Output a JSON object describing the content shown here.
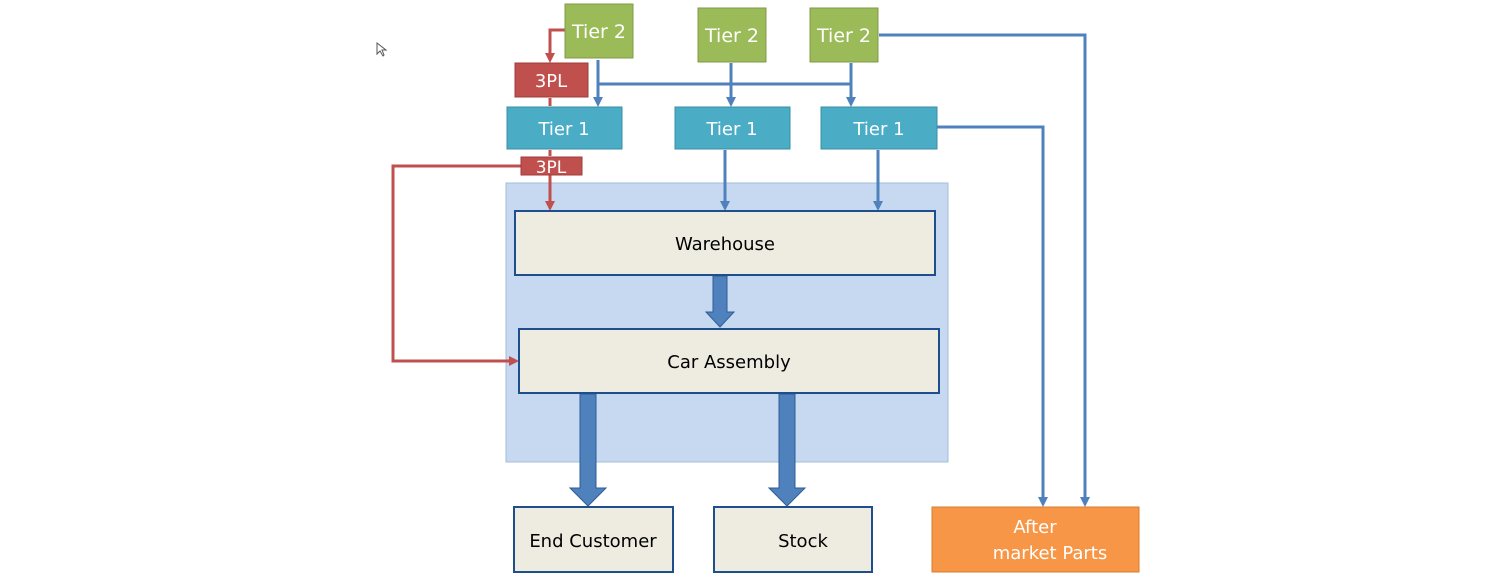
{
  "diagram": {
    "nodes": {
      "tier2_a": "Tier 2",
      "tier2_b": "Tier 2",
      "tier2_c": "Tier 2",
      "tpl_top": "3PL",
      "tier1_a": "Tier 1",
      "tier1_b": "Tier 1",
      "tier1_c": "Tier 1",
      "tpl_mid": "3PL",
      "warehouse": "Warehouse",
      "car_assembly": "Car Assembly",
      "end_customer": "End Customer",
      "stock": "Stock",
      "aftermarket_line1": "After",
      "aftermarket_line2": "market Parts"
    },
    "colors": {
      "tier2_green": "#9bbb59",
      "tier1_teal": "#4bacc6",
      "tpl_red": "#c0504d",
      "plant_bg": "#c6d9f1",
      "box_fill": "#eeece1",
      "box_border": "#1f4e8c",
      "flow_blue": "#4f81bd",
      "aftermarket_orange": "#f79646"
    }
  }
}
